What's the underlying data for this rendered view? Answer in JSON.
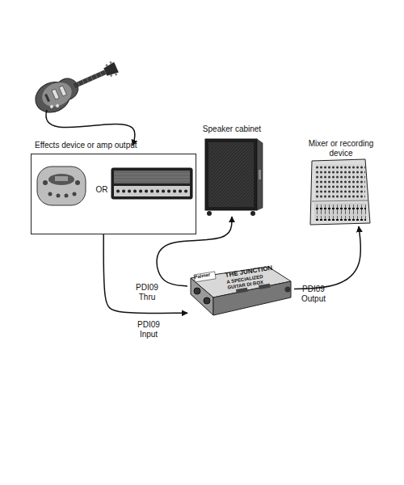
{
  "diagram": {
    "nodes": [
      {
        "text": [
          "Effects device or amp output",
          "OR"
        ]
      },
      {
        "text": [
          "Speaker cabinet"
        ]
      },
      {
        "text": [
          "Mixer or recording device"
        ]
      },
      {
        "text": [
          "THE JUNCTION",
          "A SPECIALIZED GUITAR DI BOX"
        ]
      }
    ],
    "edges": [
      {
        "from": 0,
        "to": 3,
        "label": "PDI09 Input",
        "arrow": "to"
      },
      {
        "from": 3,
        "to": 1,
        "label": "PDI09 Thru",
        "arrow": "to"
      },
      {
        "from": 3,
        "to": 2,
        "label": "PDI09 Output",
        "arrow": "to"
      }
    ],
    "labels": [
      "Palmer"
    ]
  }
}
